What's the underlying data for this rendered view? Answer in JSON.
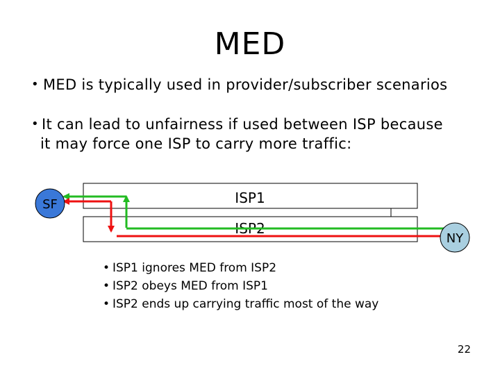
{
  "title": "MED",
  "bullets": [
    {
      "lines": [
        "MED is typically used in provider/subscriber scenarios"
      ]
    },
    {
      "lines": [
        "It can lead to unfairness if used between ISP because",
        "it may force one ISP to carry more traffic:"
      ]
    }
  ],
  "diagram": {
    "node_sf": "SF",
    "node_ny": "NY",
    "isp1": "ISP1",
    "isp2": "ISP2",
    "colors": {
      "red": "#ee1111",
      "green": "#22bb22",
      "node_fill": "#3a78d8",
      "ny_fill": "#a9cfe0"
    }
  },
  "notes": [
    "ISP1 ignores MED from ISP2",
    "ISP2 obeys MED from ISP1",
    "ISP2 ends up carrying traffic most of the way"
  ],
  "page_number": "22"
}
